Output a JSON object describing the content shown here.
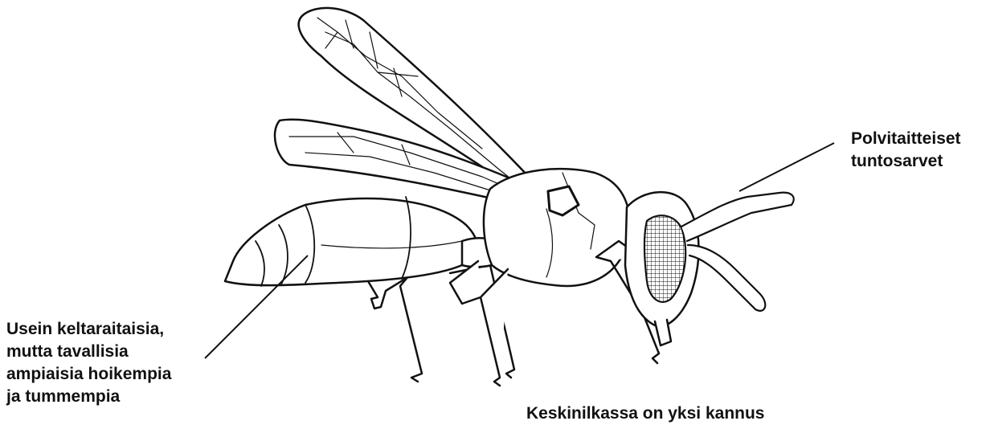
{
  "labels": {
    "antennae": [
      "Polvitaitteiset",
      "tuntosarvet"
    ],
    "abdomen": [
      "Usein keltaraitaisia,",
      "mutta tavallisia",
      "ampiaisia hoikempia",
      "ja tummempia"
    ],
    "spur": "Keskinilkassa on yksi kannus"
  },
  "colors": {
    "ink": "#111111",
    "paper": "#ffffff"
  }
}
